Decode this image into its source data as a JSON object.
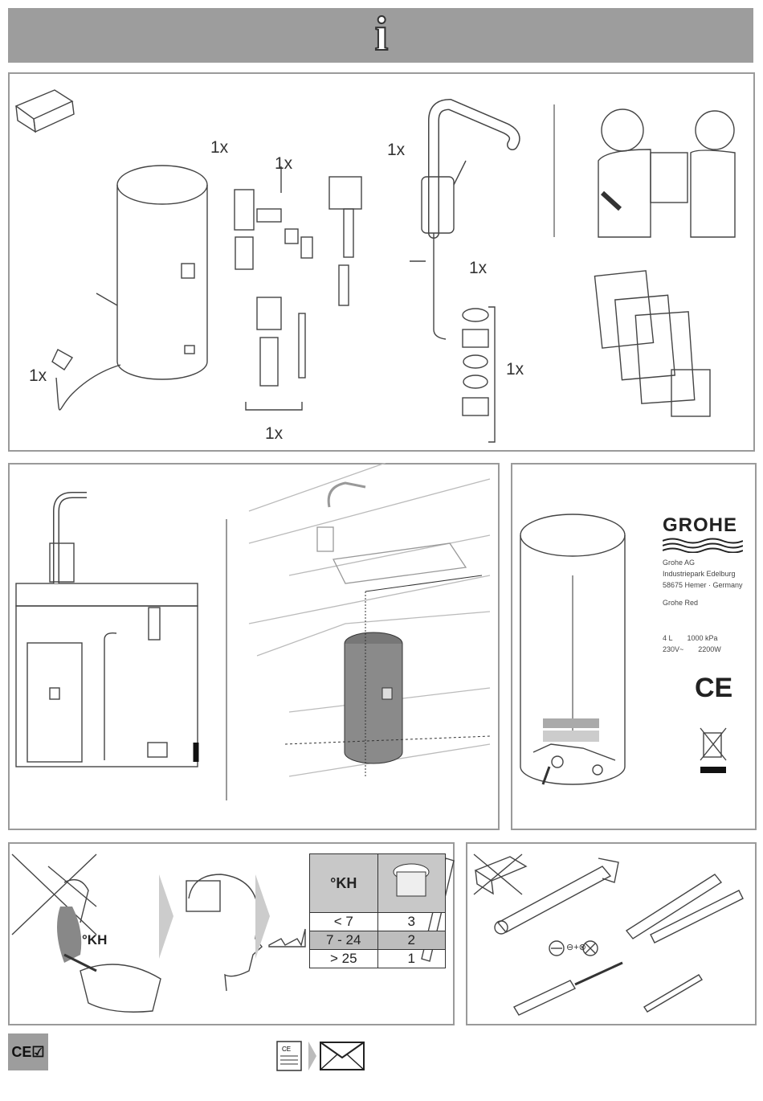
{
  "header": {
    "icon": "info-icon",
    "symbol": "i"
  },
  "panel_contents": {
    "quantities": [
      "1x",
      "1x",
      "1x",
      "1x",
      "1x",
      "1x",
      "1x"
    ]
  },
  "rating_label": {
    "brand": "GROHE",
    "lines": [
      "Grohe AG",
      "Industriepark Edelburg",
      "58675 Hemer · Germany"
    ],
    "model": "Grohe Red",
    "specs": [
      "4 L",
      "1000 kPa",
      "230V~",
      "2200W"
    ],
    "mark_ce": "CE"
  },
  "hardness": {
    "water_drop_label": "°KH",
    "table_header": "°KH",
    "rows": [
      {
        "range": "< 7",
        "value": "3"
      },
      {
        "range": "7 - 24",
        "value": "2"
      },
      {
        "range": "> 25",
        "value": "1"
      }
    ]
  },
  "tools": {
    "screwdriver_label": "⊖+⊗"
  },
  "footer": {
    "ce_mark": "CE☑"
  }
}
